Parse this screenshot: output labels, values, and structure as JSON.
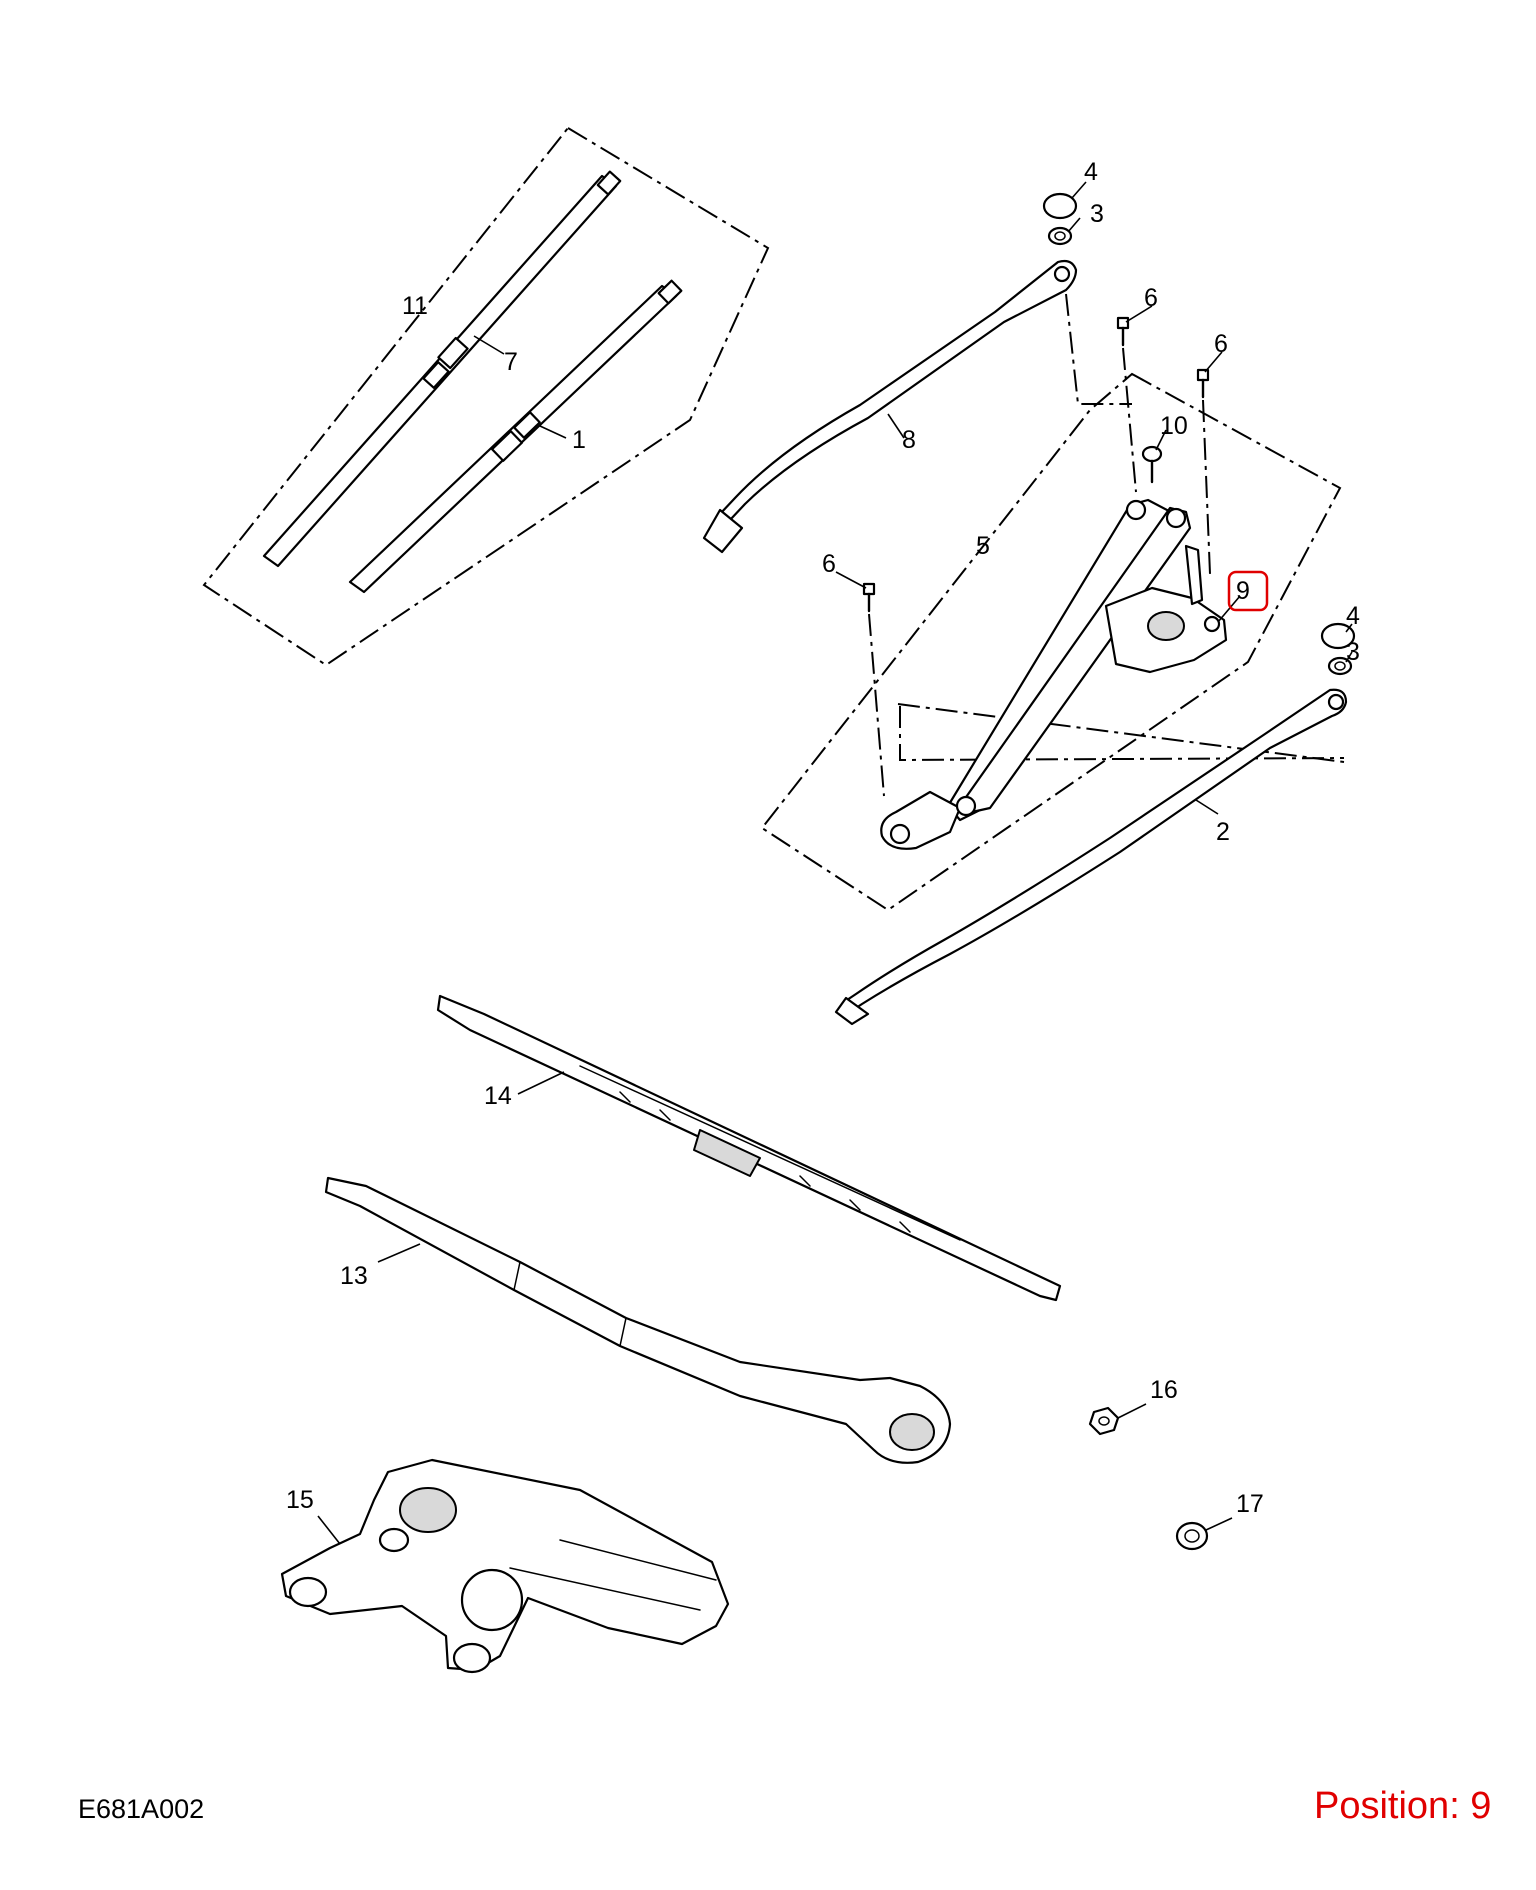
{
  "diagram": {
    "code": "E681A002",
    "position_label": "Position: 9",
    "highlight_color": "#e00000",
    "callouts": [
      "1",
      "2",
      "3",
      "3",
      "4",
      "4",
      "5",
      "6",
      "6",
      "6",
      "7",
      "8",
      "9",
      "10",
      "11",
      "13",
      "14",
      "15",
      "16",
      "17"
    ]
  }
}
